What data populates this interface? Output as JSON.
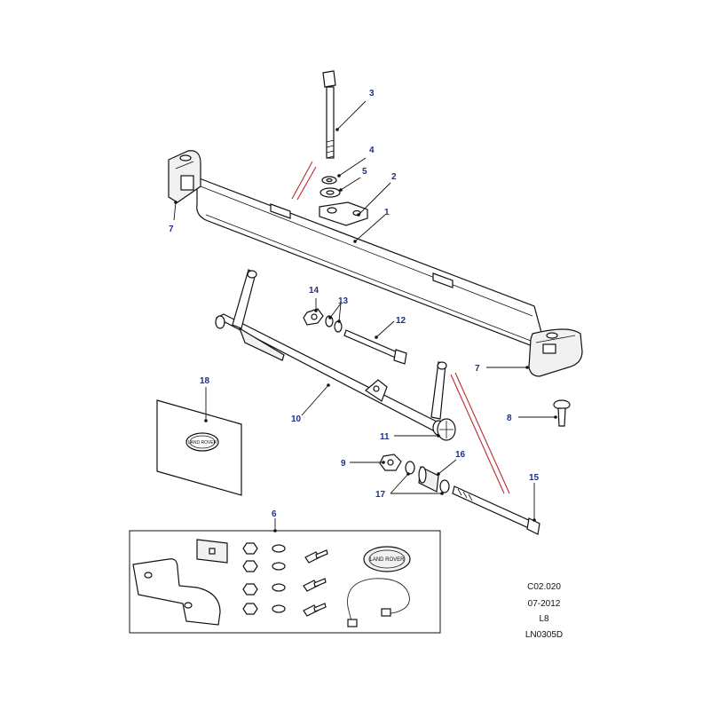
{
  "callouts": {
    "c1": "1",
    "c2": "2",
    "c3": "3",
    "c4": "4",
    "c5": "5",
    "c6": "6",
    "c7a": "7",
    "c7b": "7",
    "c8": "8",
    "c9": "9",
    "c10": "10",
    "c11": "11",
    "c12": "12",
    "c13": "13",
    "c14": "14",
    "c15": "15",
    "c16": "16",
    "c17": "17",
    "c18": "18"
  },
  "reference": {
    "code": "C02.020",
    "date": "07-2012",
    "level": "L8",
    "drawing": "LN0305D"
  },
  "colors": {
    "callout": "#1f2f8f",
    "line": "#111111",
    "marker": "#c0282d"
  },
  "logo_text": "LAND ROVER"
}
